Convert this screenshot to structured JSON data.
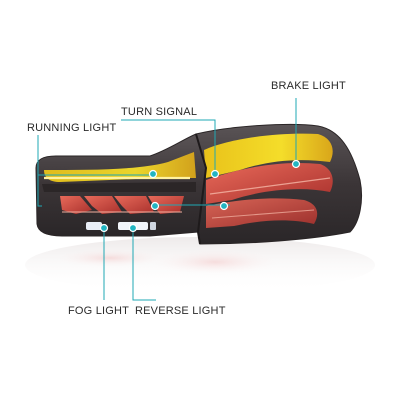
{
  "product": {
    "description_icon": "car-tail-light-assembly-image"
  },
  "callouts": {
    "running_light": "RUNNING LIGHT",
    "turn_signal": "TURN SIGNAL",
    "brake_light": "BRAKE LIGHT",
    "fog_light": "FOG LIGHT",
    "reverse_light": "REVERSE LIGHT"
  },
  "colors": {
    "background": "#ffffff",
    "callout_line": "#1fa8b4",
    "callout_dot": "#22b5c2",
    "label_text": "#2b2b2b",
    "housing": "#3a3a3c",
    "amber_glow": "#f2d21a",
    "red_glow": "#d8433a"
  }
}
